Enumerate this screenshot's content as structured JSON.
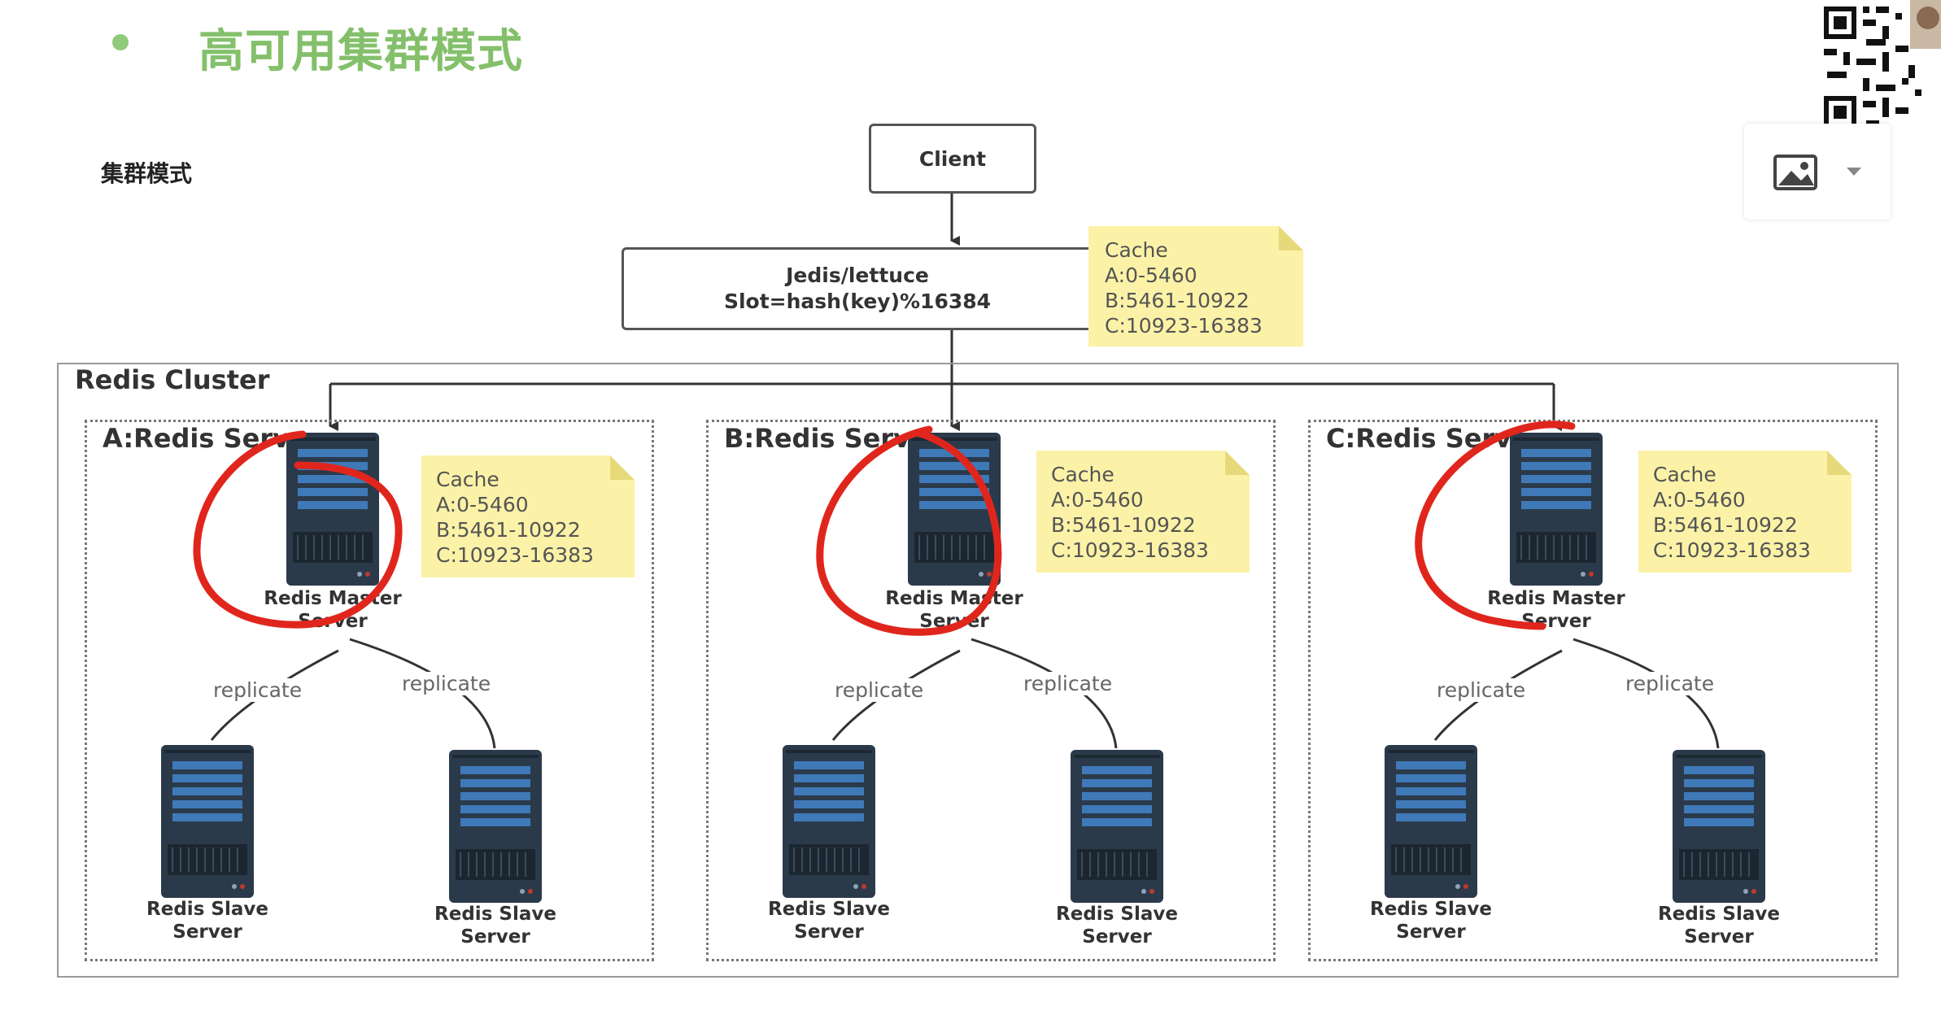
{
  "header": {
    "title": "高可用集群模式",
    "subtitle": "集群模式"
  },
  "diagram": {
    "client_label": "Client",
    "router_line1": "Jedis/lettuce",
    "router_line2": "Slot=hash(key)%16384",
    "cluster_label": "Redis Cluster",
    "cache_note": {
      "title": "Cache",
      "lines": [
        "A:0-5460",
        "B:5461-10922",
        "C:10923-16383"
      ]
    },
    "groups": [
      {
        "label": "A:Redis Server",
        "master_label": "Redis Master Server",
        "replicate_left": "replicate",
        "replicate_right": "replicate",
        "slave_left_label": "Redis Slave Server",
        "slave_right_label": "Redis Slave Server"
      },
      {
        "label": "B:Redis Server",
        "master_label": "Redis Master Server",
        "replicate_left": "replicate",
        "replicate_right": "replicate",
        "slave_left_label": "Redis Slave Server",
        "slave_right_label": "Redis Slave Server"
      },
      {
        "label": "C:Redis Server",
        "master_label": "Redis Master Server",
        "replicate_left": "replicate",
        "replicate_right": "replicate",
        "slave_left_label": "Redis Slave Server",
        "slave_right_label": "Redis Slave Server"
      }
    ]
  },
  "colors": {
    "title_green": "#84c06b",
    "note_yellow": "#fbf2a7",
    "annotation_red": "#e0261c",
    "server_dark": "#2b3a4a",
    "server_stripe": "#3f79b8"
  },
  "icons": [
    "image-icon",
    "chevron-down-icon",
    "qr-code-icon",
    "server-icon"
  ]
}
